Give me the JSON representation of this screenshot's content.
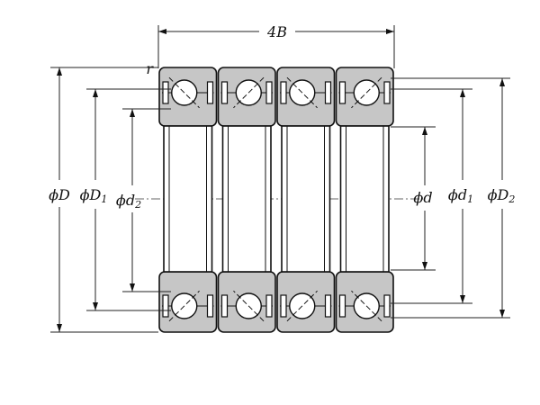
{
  "labels": {
    "width": "4B",
    "radius": "r",
    "outer_diameter": {
      "phi": "ϕ",
      "sym": "D",
      "sub": ""
    },
    "d1_outer": {
      "phi": "ϕ",
      "sym": "D",
      "sub": "1"
    },
    "d2_outer": {
      "phi": "ϕ",
      "sym": "d",
      "sub": "2"
    },
    "bore": {
      "phi": "ϕ",
      "sym": "d",
      "sub": ""
    },
    "d1_inner": {
      "phi": "ϕ",
      "sym": "d",
      "sub": "1"
    },
    "d2_inner": {
      "phi": "ϕ",
      "sym": "D",
      "sub": "2"
    }
  },
  "bearing_count": 4,
  "colors": {
    "ring_fill": "#c6c6c6",
    "line": "#111111",
    "background": "#ffffff"
  }
}
